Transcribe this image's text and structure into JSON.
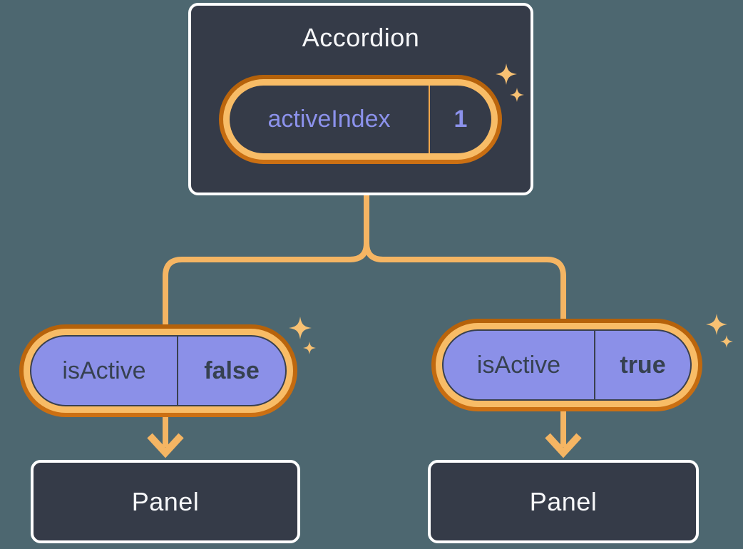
{
  "colors": {
    "background": "#4D6770",
    "box": "#353B48",
    "box-border": "#FFFFFF",
    "text-light": "#F6F7F9",
    "purple": "#8B90E8",
    "purple-text": "#8C92EC",
    "dark-text": "#364150",
    "orange-dark": "#B4610A",
    "orange-dark2": "#CC7013",
    "orange-light": "#F8BC66",
    "line": "#F5B563",
    "sparkle": "#F8C173",
    "pill-border": "#39404E",
    "divider-orange": "#F2A74B"
  },
  "accordion": {
    "title": "Accordion",
    "pill": {
      "label": "activeIndex",
      "value": "1"
    }
  },
  "children": [
    {
      "pill": {
        "label": "isActive",
        "value": "false"
      },
      "panel": {
        "label": "Panel"
      }
    },
    {
      "pill": {
        "label": "isActive",
        "value": "true"
      },
      "panel": {
        "label": "Panel"
      }
    }
  ],
  "icons": {
    "sparkle": "4-point sparkle"
  }
}
